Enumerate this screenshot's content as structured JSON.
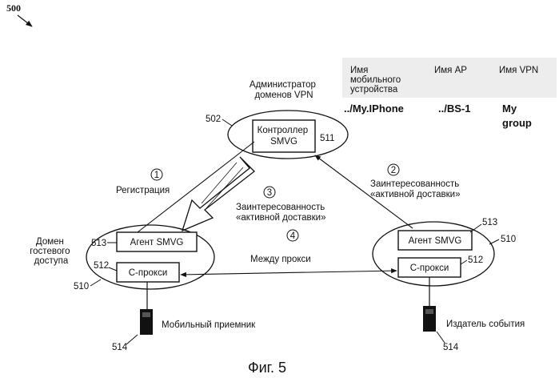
{
  "figure_ref": "500",
  "caption": "Фиг. 5",
  "table": {
    "headers": {
      "device": [
        "Имя",
        "мобильного",
        "устройства"
      ],
      "ap": "Имя AP",
      "vpn": "Имя VPN"
    },
    "values": {
      "device": "../My.IPhone",
      "ap": "../BS-1",
      "vpn": [
        "My",
        "group"
      ]
    }
  },
  "admin": {
    "title": [
      "Администратор",
      "доменов VPN"
    ],
    "ref": "502",
    "controller": {
      "label": [
        "Контроллер",
        "SMVG"
      ],
      "ref": "511"
    }
  },
  "guest_domain": {
    "title": [
      "Домен",
      "гостевого",
      "доступа"
    ],
    "ref": "510",
    "agent": {
      "label": "Агент SMVG",
      "ref": "513"
    },
    "proxy": {
      "label": "С-прокси",
      "ref": "512"
    }
  },
  "publisher_domain": {
    "ref": "510",
    "agent": {
      "label": "Агент SMVG",
      "ref": "513"
    },
    "proxy": {
      "label": "С-прокси",
      "ref": "512"
    }
  },
  "steps": [
    {
      "num": "1",
      "label": [
        "Регистрация"
      ]
    },
    {
      "num": "2",
      "label": [
        "Заинтересованность",
        "«активной доставки»"
      ]
    },
    {
      "num": "3",
      "label": [
        "Заинтересованность",
        "«активной доставки»"
      ]
    },
    {
      "num": "4",
      "label": [
        "Между прокси"
      ]
    }
  ],
  "devices": {
    "receiver": {
      "label": "Мобильный приемник",
      "ref": "514"
    },
    "publisher": {
      "label": "Издатель события",
      "ref": "514"
    }
  }
}
